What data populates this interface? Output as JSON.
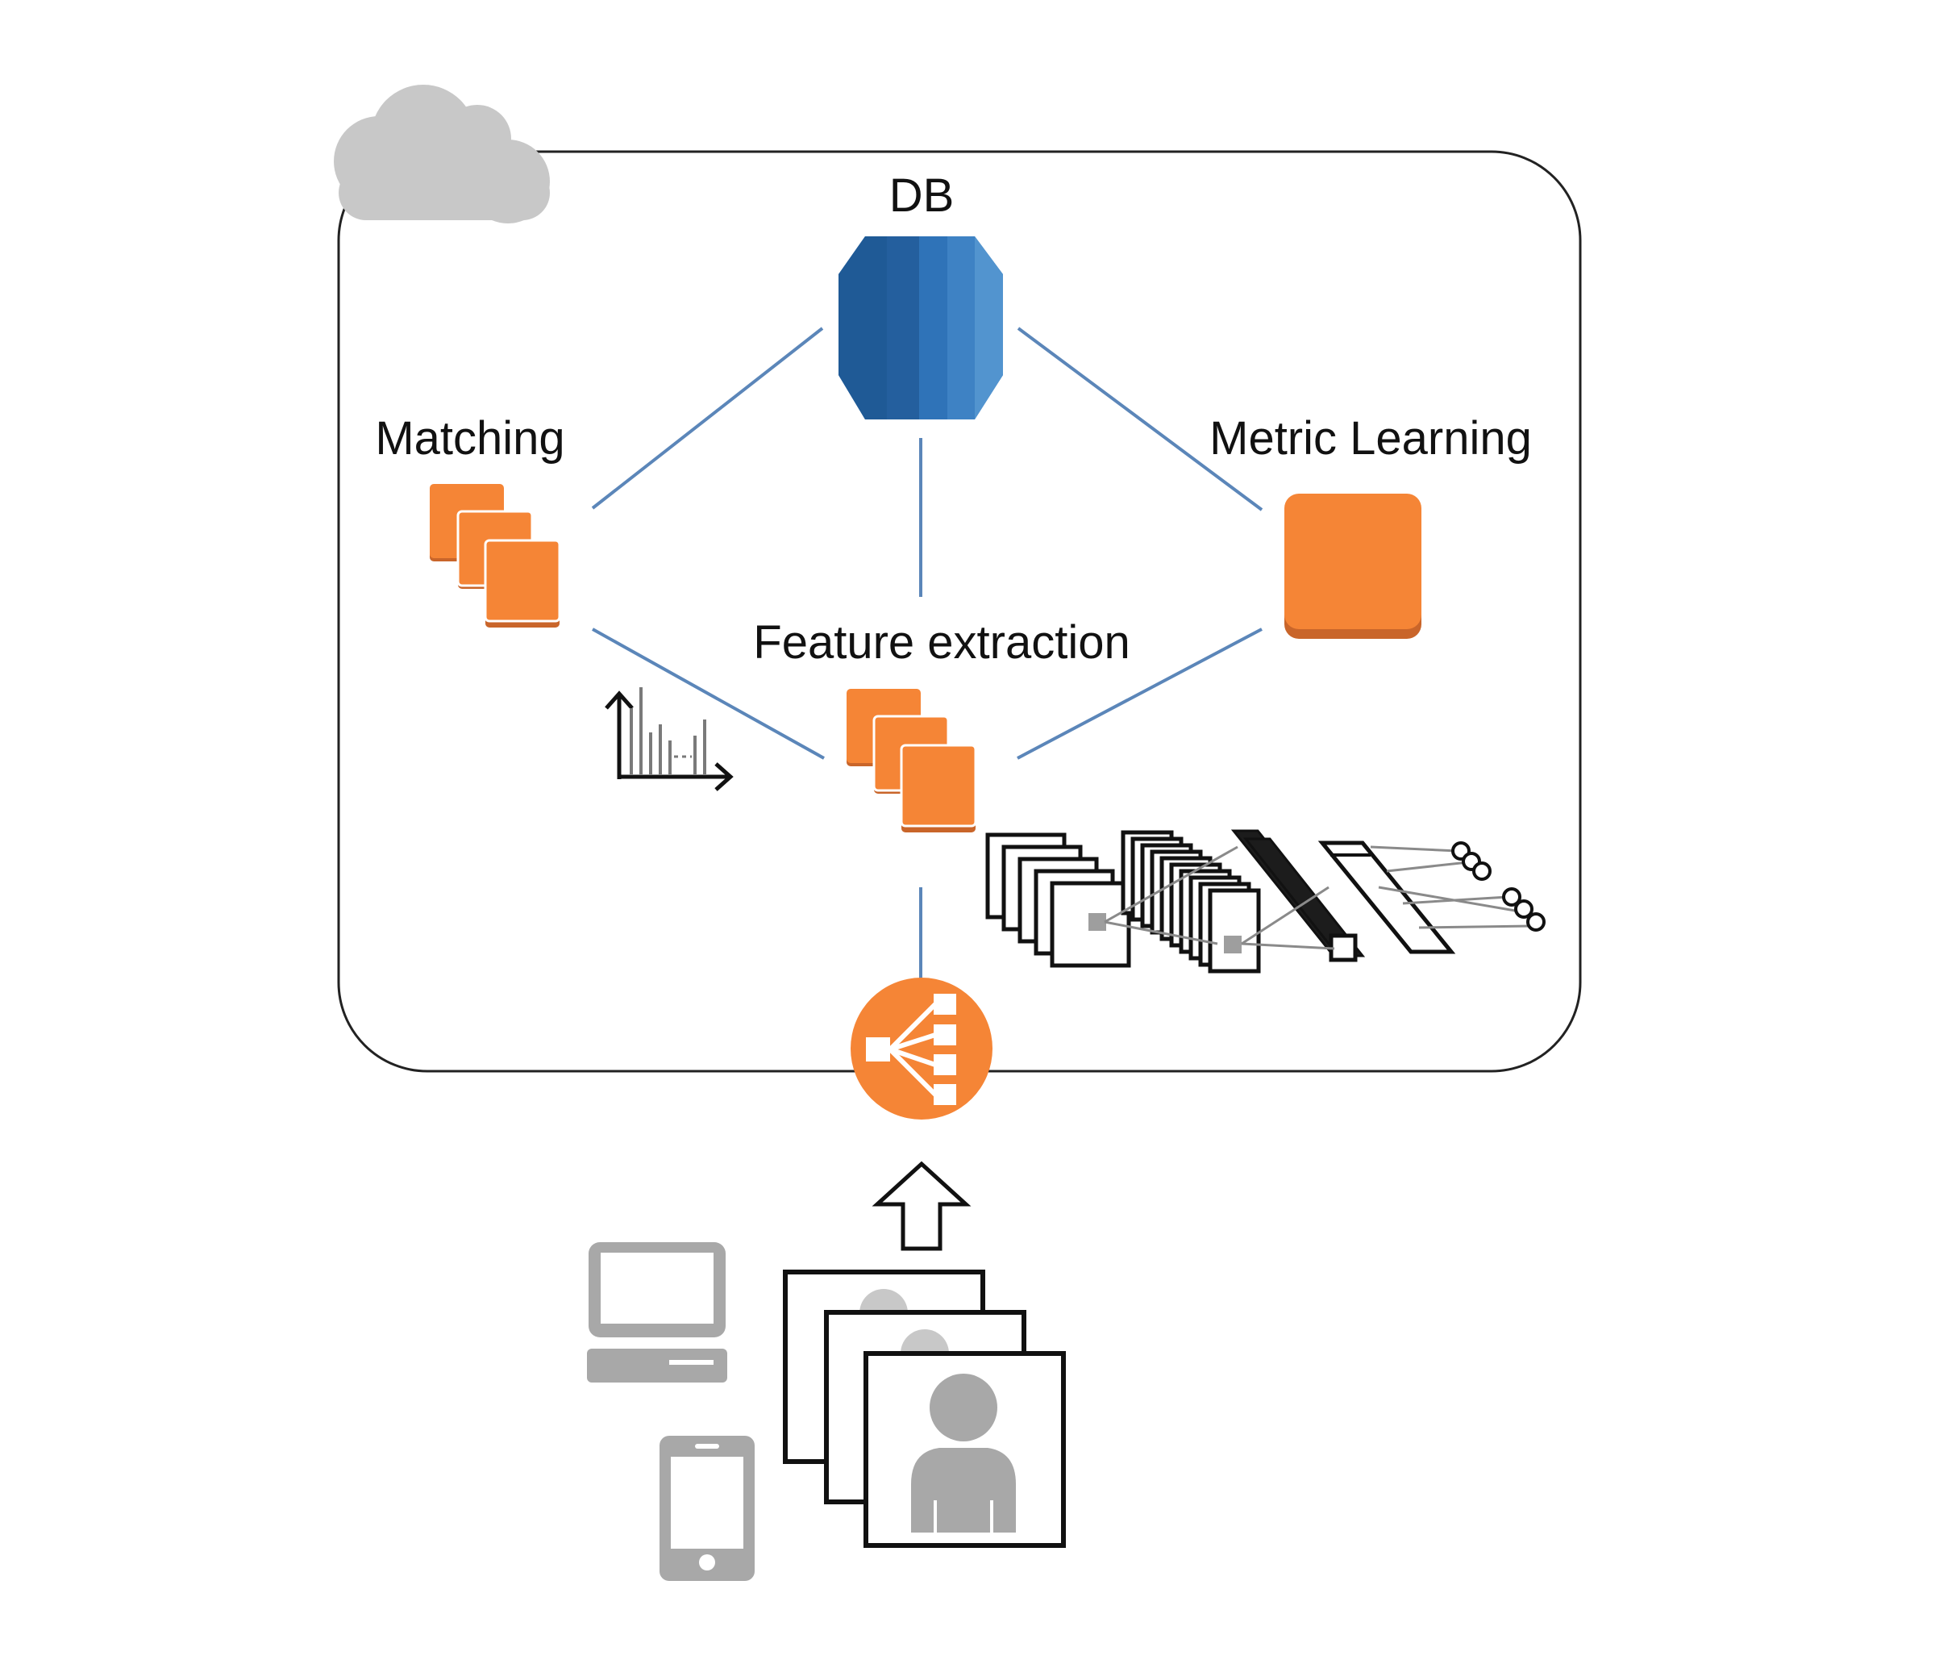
{
  "labels": {
    "db": "DB",
    "matching": "Matching",
    "metric_learning": "Metric Learning",
    "feature_extraction": "Feature extraction"
  },
  "icons": {
    "cloud": "cloud-icon",
    "db": "database-icon",
    "matching": "server-stack-icon",
    "metric_learning": "server-icon",
    "feature_extraction": "server-stack-icon",
    "histogram": "histogram-icon",
    "cnn": "neural-network-icon",
    "load_balancer": "load-balancer-icon",
    "upload_arrow": "arrow-up-icon",
    "desktop": "desktop-computer-icon",
    "mobile": "mobile-phone-icon",
    "photos": "user-photo-stack-icon"
  },
  "colors": {
    "orange": "#F58536",
    "orange_shadow": "#C9652A",
    "db_blue_dark": "#1F5A96",
    "db_blue_mid": "#2F73B8",
    "db_blue_light": "#5294CF",
    "connector_blue": "#5B86B9",
    "cloud_gray": "#C8C8C8",
    "device_gray": "#A8A8A8"
  }
}
